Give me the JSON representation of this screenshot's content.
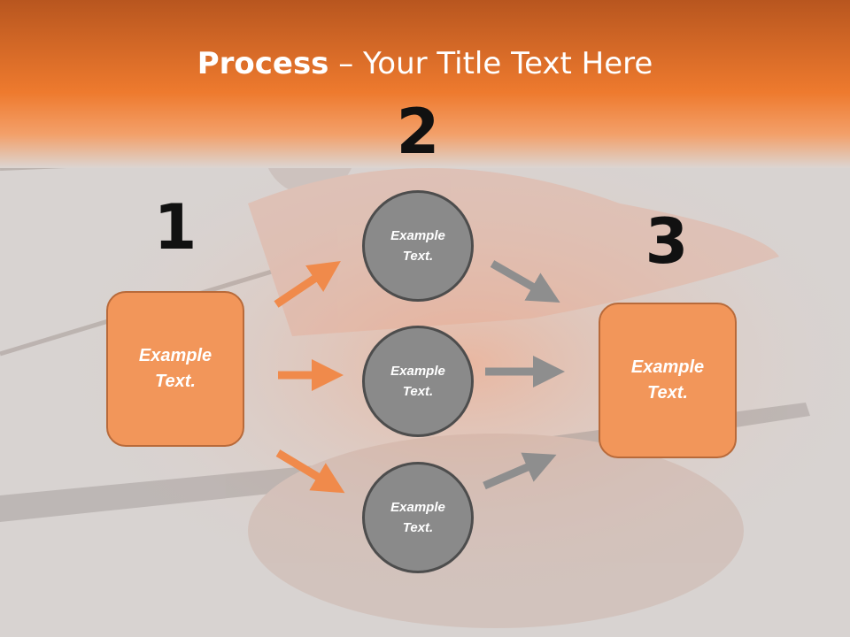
{
  "slide": {
    "title_bold": "Process",
    "title_rest": " – Your Title Text Here"
  },
  "steps": {
    "num1": "1",
    "num2": "2",
    "num3": "3"
  },
  "nodes": {
    "left_box": "Example\nText.",
    "circle_top": "Example\nText.",
    "circle_middle": "Example\nText.",
    "circle_bottom": "Example\nText.",
    "right_box": "Example\nText."
  },
  "colors": {
    "header_orange": "#ee7a2e",
    "box_fill": "#f2965a",
    "circle_fill": "#8a8a8a",
    "arrow_orange": "#f08a4b",
    "arrow_gray": "#8e8e8e"
  }
}
